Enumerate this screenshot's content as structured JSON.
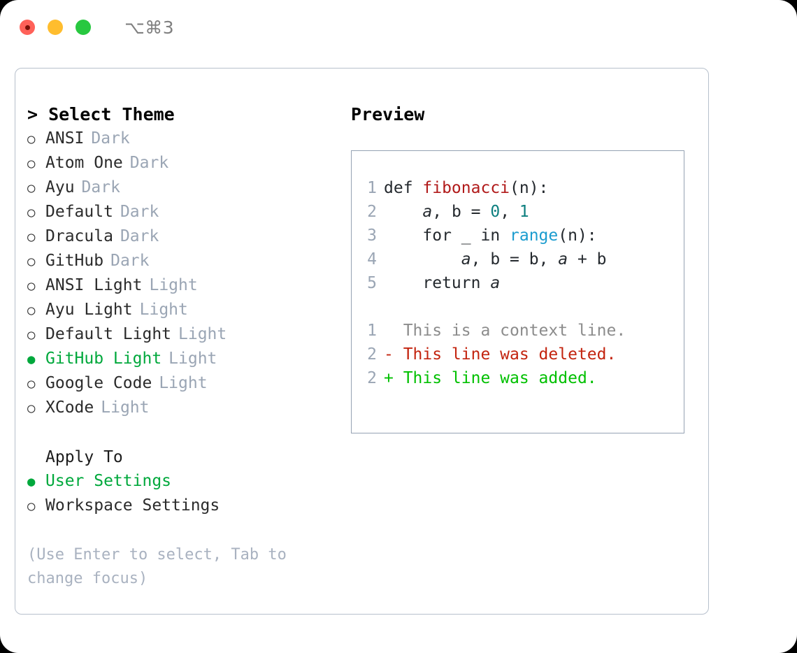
{
  "titlebar": {
    "shortcut": "⌥⌘3",
    "buttons": [
      "close",
      "minimize",
      "maximize"
    ]
  },
  "theme_list": {
    "heading": "> Select Theme",
    "items": [
      {
        "marker": "○",
        "label": "ANSI",
        "variant": "Dark",
        "selected": false
      },
      {
        "marker": "○",
        "label": "Atom One",
        "variant": "Dark",
        "selected": false
      },
      {
        "marker": "○",
        "label": "Ayu",
        "variant": "Dark",
        "selected": false
      },
      {
        "marker": "○",
        "label": "Default",
        "variant": "Dark",
        "selected": false
      },
      {
        "marker": "○",
        "label": "Dracula",
        "variant": "Dark",
        "selected": false
      },
      {
        "marker": "○",
        "label": "GitHub",
        "variant": "Dark",
        "selected": false
      },
      {
        "marker": "○",
        "label": "ANSI Light",
        "variant": "Light",
        "selected": false
      },
      {
        "marker": "○",
        "label": "Ayu Light",
        "variant": "Light",
        "selected": false
      },
      {
        "marker": "○",
        "label": "Default Light",
        "variant": "Light",
        "selected": false
      },
      {
        "marker": "●",
        "label": "GitHub Light",
        "variant": "Light",
        "selected": true
      },
      {
        "marker": "○",
        "label": "Google Code",
        "variant": "Light",
        "selected": false
      },
      {
        "marker": "○",
        "label": "XCode",
        "variant": "Light",
        "selected": false
      }
    ]
  },
  "apply_to": {
    "heading": "Apply To",
    "options": [
      {
        "marker": "●",
        "label": "User Settings",
        "selected": true
      },
      {
        "marker": "○",
        "label": "Workspace Settings",
        "selected": false
      }
    ]
  },
  "hint": "(Use Enter to select, Tab to change focus)",
  "preview": {
    "heading": "Preview",
    "code_lines": [
      {
        "num": "1",
        "tokens": [
          {
            "t": "def ",
            "c": "tok-plain"
          },
          {
            "t": "fibonacci",
            "c": "tok-fn"
          },
          {
            "t": "(n):",
            "c": "tok-plain"
          }
        ]
      },
      {
        "num": "2",
        "tokens": [
          {
            "t": "    ",
            "c": "tok-plain"
          },
          {
            "t": "a",
            "c": "tok-var"
          },
          {
            "t": ", b = ",
            "c": "tok-plain"
          },
          {
            "t": "0",
            "c": "tok-num"
          },
          {
            "t": ", ",
            "c": "tok-plain"
          },
          {
            "t": "1",
            "c": "tok-num"
          }
        ]
      },
      {
        "num": "3",
        "tokens": [
          {
            "t": "    for _ in ",
            "c": "tok-plain"
          },
          {
            "t": "range",
            "c": "tok-kw"
          },
          {
            "t": "(n):",
            "c": "tok-plain"
          }
        ]
      },
      {
        "num": "4",
        "tokens": [
          {
            "t": "        ",
            "c": "tok-plain"
          },
          {
            "t": "a",
            "c": "tok-var"
          },
          {
            "t": ", b = b, ",
            "c": "tok-plain"
          },
          {
            "t": "a",
            "c": "tok-var"
          },
          {
            "t": " + b",
            "c": "tok-plain"
          }
        ]
      },
      {
        "num": "5",
        "tokens": [
          {
            "t": "    return ",
            "c": "tok-plain"
          },
          {
            "t": "a",
            "c": "tok-var"
          }
        ]
      }
    ],
    "diff_lines": [
      {
        "num": "1",
        "kind": "context",
        "text": "  This is a context line.",
        "class": "diff-ctx"
      },
      {
        "num": "2",
        "kind": "deleted",
        "text": "- This line was deleted.",
        "class": "diff-del"
      },
      {
        "num": "2",
        "kind": "added",
        "text": "+ This line was added.",
        "class": "diff-add"
      }
    ]
  },
  "colors": {
    "accent_green": "#00a83c",
    "muted": "#9aa5b4",
    "hint": "#a9b2c0",
    "border": "#b7c0cc",
    "preview_border": "#95a2b3",
    "fn_red": "#b11a1a",
    "number_teal": "#0d7f7f",
    "keyword_blue": "#1b9ccf",
    "diff_del_red": "#c3240f",
    "diff_add_green": "#00c000",
    "traffic_red": "#ff6159",
    "traffic_yellow": "#ffbd2e",
    "traffic_green": "#28c840"
  }
}
